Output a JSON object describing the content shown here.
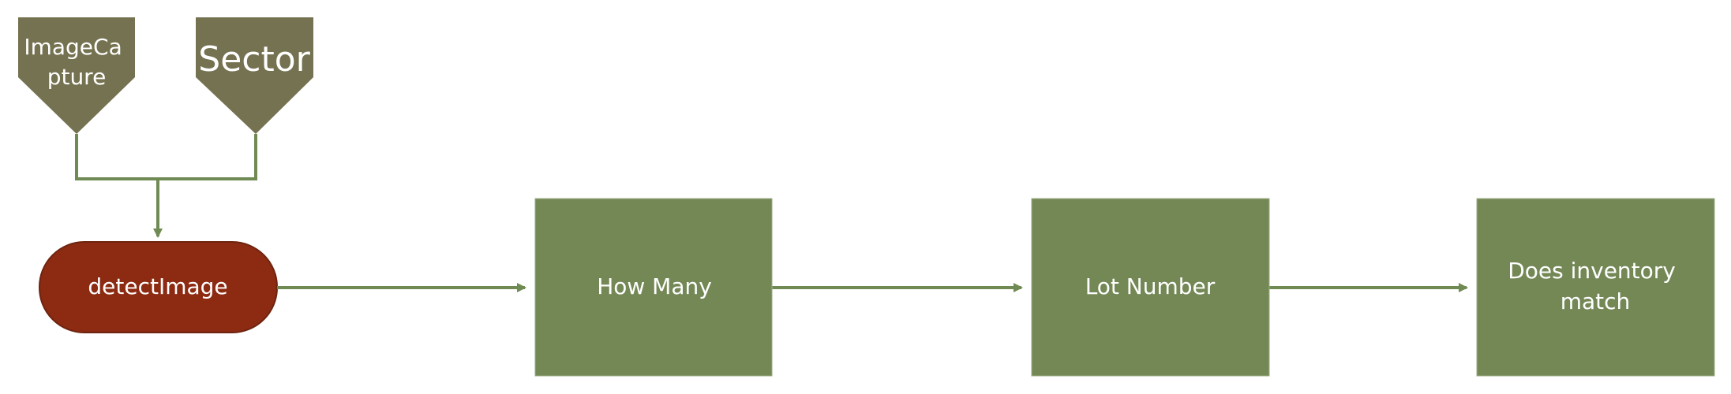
{
  "colors": {
    "input_fill": "#757251",
    "process_fill": "#748856",
    "start_fill": "#8c2a12",
    "start_stroke": "#6e2410",
    "connector": "#6f8a53",
    "text": "#ffffff",
    "background": "#ffffff"
  },
  "inputs": {
    "image_capture": {
      "line1": "ImageCa",
      "line2": "pture"
    },
    "sector": {
      "label": "Sector"
    }
  },
  "nodes": {
    "detect_image": {
      "label": "detectImage"
    },
    "how_many": {
      "label": "How Many"
    },
    "lot_number": {
      "label": "Lot Number"
    },
    "inventory_match": {
      "line1": "Does inventory",
      "line2": "match"
    }
  }
}
